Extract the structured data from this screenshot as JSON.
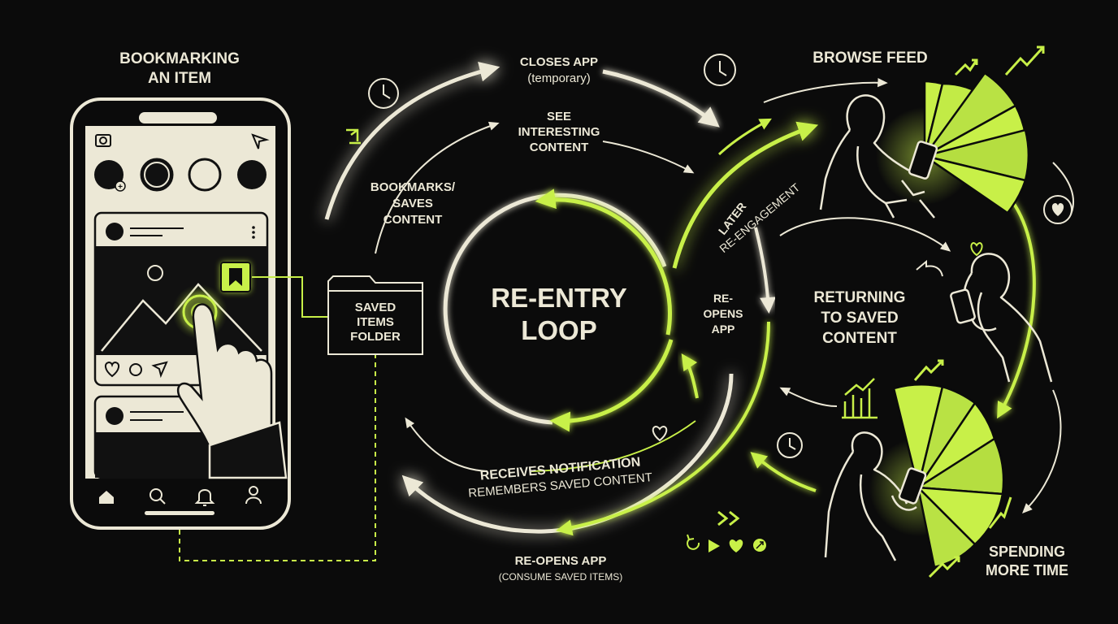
{
  "colors": {
    "background": "#0b0b0b",
    "cream": "#ece8d6",
    "lime": "#c8f048",
    "lime_soft": "#a9d84a"
  },
  "phone": {
    "title_line1": "BOOKMARKING",
    "title_line2": "AN ITEM",
    "bookmark_icon": "bookmark-icon",
    "camera_icon": "camera-icon",
    "send_icon": "send-icon",
    "nav_icons": [
      "home-icon",
      "search-icon",
      "bell-icon",
      "profile-icon"
    ]
  },
  "folder": {
    "line1": "SAVED",
    "line2": "ITEMS",
    "line3": "FOLDER"
  },
  "loop": {
    "title_line1": "RE-ENTRY",
    "title_line2": "LOOP"
  },
  "steps": {
    "closes_app": "CLOSES APP",
    "closes_app_note": "(temporary)",
    "see_line1": "SEE",
    "see_line2": "INTERESTING",
    "see_line3": "CONTENT",
    "bookmarks_line1": "BOOKMARKS/",
    "bookmarks_line2": "SAVES",
    "bookmarks_line3": "CONTENT",
    "receives_notification": "RECEIVES NOTIFICATION",
    "remembers_saved": "REMEMBERS SAVED CONTENT",
    "reopens_app": "RE-OPENS APP",
    "reopens_app_note": "(CONSUME SAVED ITEMS)",
    "reopens_short_line1": "RE-",
    "reopens_short_line2": "OPENS",
    "reopens_short_line3": "APP",
    "later_line1": "LATER",
    "later_line2": "RE-ENGAGEMENT"
  },
  "right": {
    "browse_feed": "BROWSE FEED",
    "returning_line1": "RETURNING",
    "returning_line2": "TO SAVED",
    "returning_line3": "CONTENT",
    "spending_line1": "SPENDING",
    "spending_line2": "MORE TIME"
  },
  "icons": [
    "clock-icon",
    "heart-icon",
    "trend-up-icon",
    "bar-chart-icon",
    "play-icon",
    "replay-icon",
    "fast-forward-icon"
  ]
}
